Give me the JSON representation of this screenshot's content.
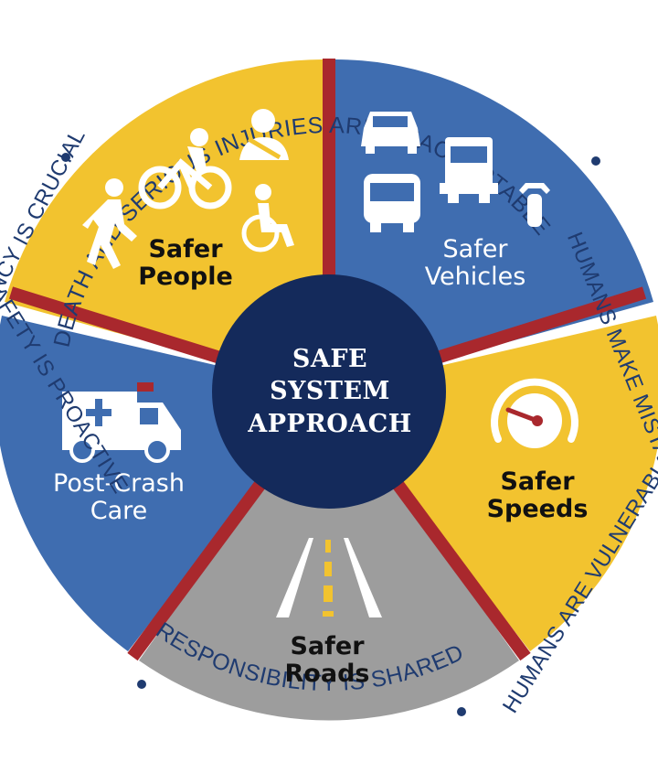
{
  "center": {
    "line1": "SAFE",
    "line2": "SYSTEM",
    "line3": "APPROACH"
  },
  "segments": {
    "people": {
      "line1": "Safer",
      "line2": "People"
    },
    "vehicles": {
      "line1": "Safer",
      "line2": "Vehicles"
    },
    "speeds": {
      "line1": "Safer",
      "line2": "Speeds"
    },
    "roads": {
      "line1": "Safer",
      "line2": "Roads"
    },
    "postcrash": {
      "line1": "Post-Crash",
      "line2": "Care"
    }
  },
  "ring": {
    "top": "DEATH AND SERIOUS INJURIES ARE UNACCEPTABLE",
    "right_upper": "HUMANS MAKE MISTAKES",
    "right_lower": "HUMANS ARE VULNERABLE",
    "bottom": "RESPONSIBILITY IS SHARED",
    "left_lower": "SAFETY IS PROACTIVE",
    "left_upper": "REDUNDANCY IS CRUCIAL"
  },
  "colors": {
    "yellow": "#f2c32f",
    "blue": "#3f6db0",
    "gray": "#9d9d9d",
    "divider": "#a9282d",
    "navy": "#142a5b",
    "ring_text": "#1f3b70"
  },
  "icons": [
    "pedestrian-icon",
    "cyclist-icon",
    "seatbelt-driver-icon",
    "wheelchair-icon",
    "car-icon",
    "truck-icon",
    "bus-icon",
    "motorcycle-icon",
    "speedometer-icon",
    "road-icon",
    "ambulance-icon"
  ]
}
